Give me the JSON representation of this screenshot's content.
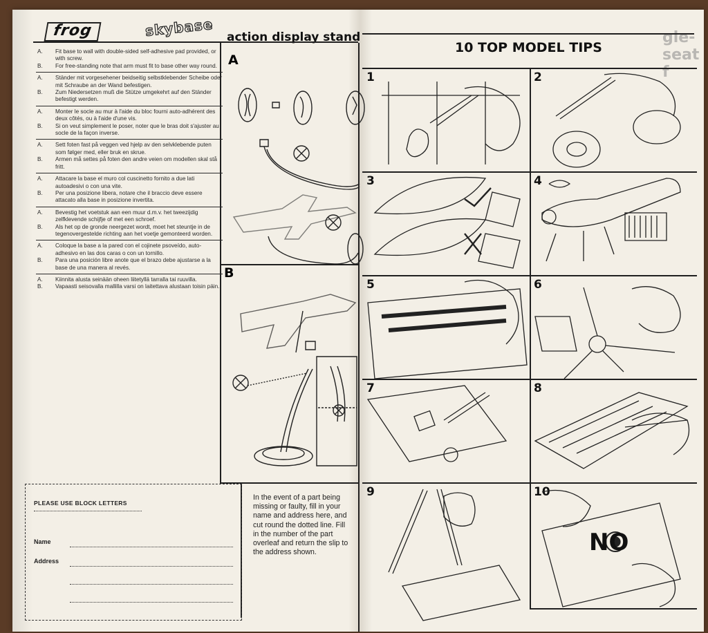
{
  "header": {
    "brand": "frog",
    "brand2": "skybase",
    "stand_title": "action display stand",
    "tips_title": "10 TOP MODEL TIPS",
    "ghost_text": "gle-seat f"
  },
  "sections": {
    "a": "A",
    "b": "B"
  },
  "languages": [
    {
      "a": "Fit base to wall with double-sided self-adhesive pad provided, or with screw.",
      "b": "For free-standing note that arm must fit to base other way round."
    },
    {
      "a": "Ständer mit vorgesehener beidseitig selbstklebender Scheibe oder mit Schraube an der Wand befestigen.",
      "b": "Zum Niedersetzen muß die Stütze umgekehrt auf den Ständer befestigt werden."
    },
    {
      "a": "Monter le socle au mur à l'aide du bloc fourni auto-adhérent des deux côtés, ou à l'aide d'une vis.",
      "b": "Si on veut simplement le poser, noter que le bras doit s'ajuster au socle de la façon inverse."
    },
    {
      "a": "Sett foten fast på veggen ved hjelp av den selvklebende puten som følger med, eller bruk en skrue.",
      "b": "Armen må settes på foten den andre veien om modellen skal stå fritt."
    },
    {
      "a": "Attacare la base el muro col cuscinetto fornito a due lati autoadesivi o con una vite.",
      "b": "Per una posizione libera, notare che il braccio deve essere attacato alla base in posizione invertita."
    },
    {
      "a": "Bevestig het voetstuk aan een muur d.m.v. het tweezijdig zelfklevende schijfje of met een schroef.",
      "b": "Als het op de gronde neergezet wordt, moet het steuntje in de tegenovergestelde richting aan het voetje gemonteerd worden."
    },
    {
      "a": "Coloque la base a la pared con el cojinete psoveído, auto-adhesivo en las dos caras o con un tornillo.",
      "b": "Para una posición libre anote que el brazo debe ajustarse a la base de una manera al revés."
    },
    {
      "a": "Kiinnita alusta seinään oheen liitetyllä tarralla tai ruuvilla.",
      "b": "Vapaasti seisovalla mallilla varsi on laitettava alustaan toisin päin."
    }
  ],
  "lang_tags": {
    "a": "A.",
    "b": "B."
  },
  "form": {
    "header": "PLEASE USE BLOCK LETTERS",
    "name_label": "Name",
    "address_label": "Address"
  },
  "notice": "In the event of a part being missing or faulty, fill in your name and address here, and cut round the dotted line. Fill in the number of the part overleaf and return the slip to the address shown.",
  "tips": [
    "1",
    "2",
    "3",
    "4",
    "5",
    "6",
    "7",
    "8",
    "9",
    "10"
  ],
  "tip10_letters": "NO"
}
